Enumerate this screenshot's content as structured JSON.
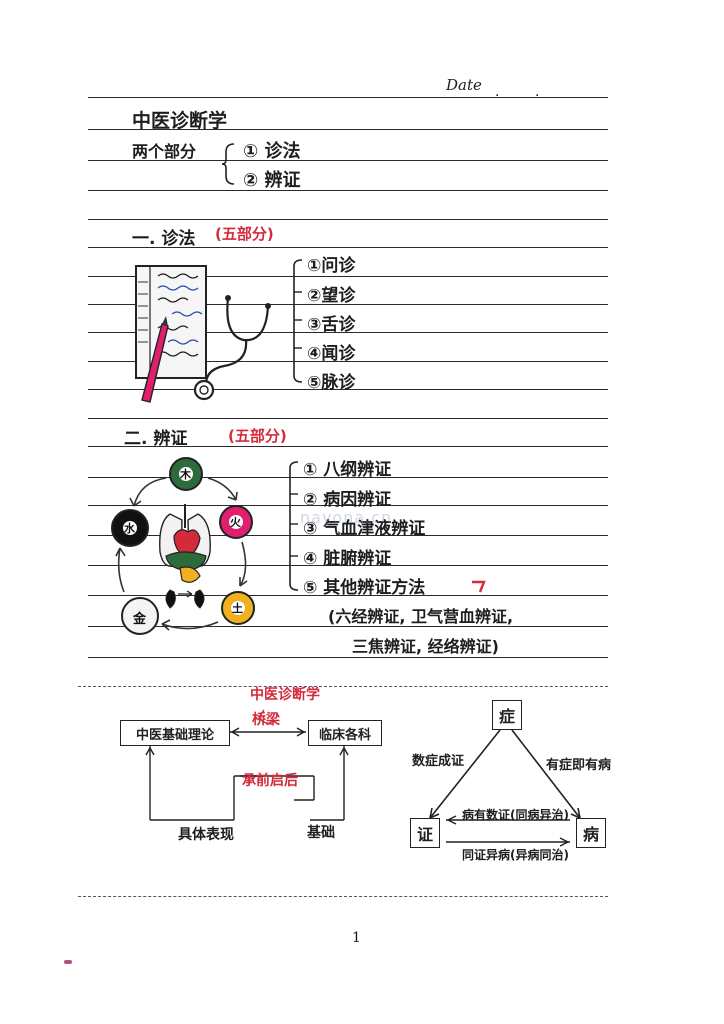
{
  "header": {
    "date_label": "Date"
  },
  "title": "中医诊断学",
  "parts": {
    "label": "两个部分",
    "items": [
      "① 诊法",
      "② 辨证"
    ]
  },
  "section1": {
    "heading": "一. 诊法",
    "note": "(五部分)",
    "items": [
      "①问诊",
      "②望诊",
      "③舌诊",
      "④闻诊",
      "⑤脉诊"
    ]
  },
  "section2": {
    "heading": "二. 辨证",
    "note": "(五部分)",
    "items": [
      "① 八纲辨证",
      "② 病因辨证",
      "③ 气血津液辨证",
      "④ 脏腑辨证",
      "⑤ 其他辨证方法"
    ],
    "sub_lines": [
      "(六经辨证, 卫气营血辨证,",
      "三焦辨证, 经络辨证)"
    ],
    "elements": {
      "wood": "木",
      "fire": "火",
      "earth": "土",
      "metal": "金",
      "water": "水"
    }
  },
  "bridge": {
    "label_top": "中医诊断学",
    "label_bridge": "桥梁",
    "left_box": "中医基础理论",
    "right_box": "临床各科",
    "middle": "承前启后",
    "left_bottom": "具体表现",
    "right_bottom": "基础"
  },
  "triangle": {
    "top": "症",
    "left": "证",
    "right": "病",
    "left_edge": "数症成证",
    "right_edge": "有症即有病",
    "upper_line": "病有数证(同病异治)",
    "lower_line": "同证异病(异病同治)"
  },
  "watermark": "nayona.cn",
  "page_number": "1",
  "colors": {
    "ink": "#1e1e1e",
    "accent_red": "#d42a3a",
    "wood": "#2e6b3a",
    "fire": "#e0206e",
    "earth": "#f0b020",
    "water": "#111111"
  }
}
